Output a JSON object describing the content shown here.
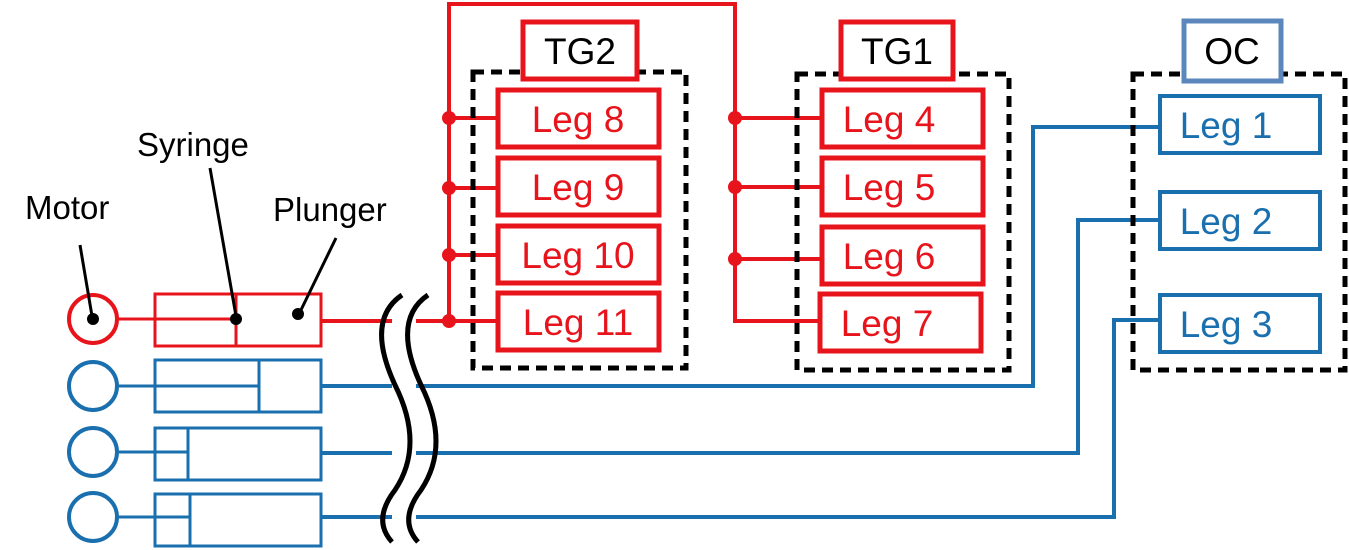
{
  "colors": {
    "red": "#e8141c",
    "blue": "#1a6faf",
    "oc_border": "#5b87bd",
    "black": "#000000"
  },
  "annotations": {
    "motor": "Motor",
    "syringe": "Syringe",
    "plunger": "Plunger"
  },
  "groups": {
    "tg2": {
      "title": "TG2",
      "legs": [
        "Leg 8",
        "Leg 9",
        "Leg 10",
        "Leg 11"
      ]
    },
    "tg1": {
      "title": "TG1",
      "legs": [
        "Leg 4",
        "Leg 5",
        "Leg 6",
        "Leg 7"
      ]
    },
    "oc": {
      "title": "OC",
      "legs": [
        "Leg 1",
        "Leg 2",
        "Leg 3"
      ]
    }
  },
  "icons": [
    "motor-icon",
    "syringe-icon",
    "tube-break-icon"
  ]
}
